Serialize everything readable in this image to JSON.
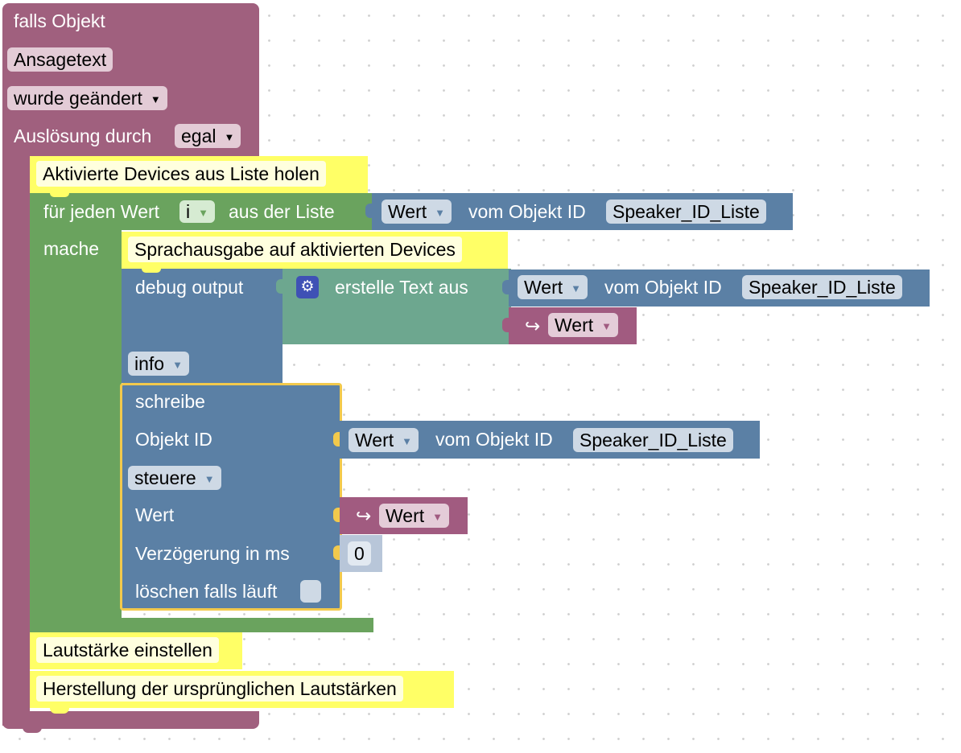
{
  "trigger": {
    "header": "falls Objekt",
    "object": "Ansagetext",
    "event": "wurde geändert",
    "trigger_label": "Auslösung durch",
    "trigger_value": "egal"
  },
  "comments": {
    "get_devices": "Aktivierte Devices aus Liste holen",
    "speech_output": "Sprachausgabe auf aktivierten Devices",
    "set_volume": "Lautstärke einstellen",
    "restore_volume": "Herstellung der ursprünglichen Lautstärken"
  },
  "loop": {
    "label_prefix": "für jeden Wert",
    "variable": "i",
    "label_suffix": "aus der Liste",
    "do_label": "mache",
    "list_value": {
      "attribute": "Wert",
      "of_label": "vom Objekt ID",
      "object_id": "Speaker_ID_Liste"
    }
  },
  "debug": {
    "label": "debug output",
    "level": "info",
    "create_text_label": "erstelle Text aus",
    "value1": {
      "attribute": "Wert",
      "of_label": "vom Objekt ID",
      "object_id": "Speaker_ID_Liste"
    },
    "value2": {
      "arrow": "↪",
      "attribute": "Wert"
    }
  },
  "write": {
    "title": "schreibe",
    "object_id_label": "Objekt ID",
    "object_value": {
      "attribute": "Wert",
      "of_label": "vom Objekt ID",
      "object_id": "Speaker_ID_Liste"
    },
    "mode": "steuere",
    "value_label": "Wert",
    "value": {
      "arrow": "↪",
      "attribute": "Wert"
    },
    "delay_label": "Verzögerung in ms",
    "delay_value": "0",
    "clear_label": "löschen falls läuft"
  },
  "colors": {
    "event": "#a0607e",
    "comment": "#ffff66",
    "loop": "#6aa35e",
    "ioBroker": "#5b80a5",
    "text": "#6da78f",
    "variable": "#a15b80",
    "gear": "#3f51b5"
  }
}
